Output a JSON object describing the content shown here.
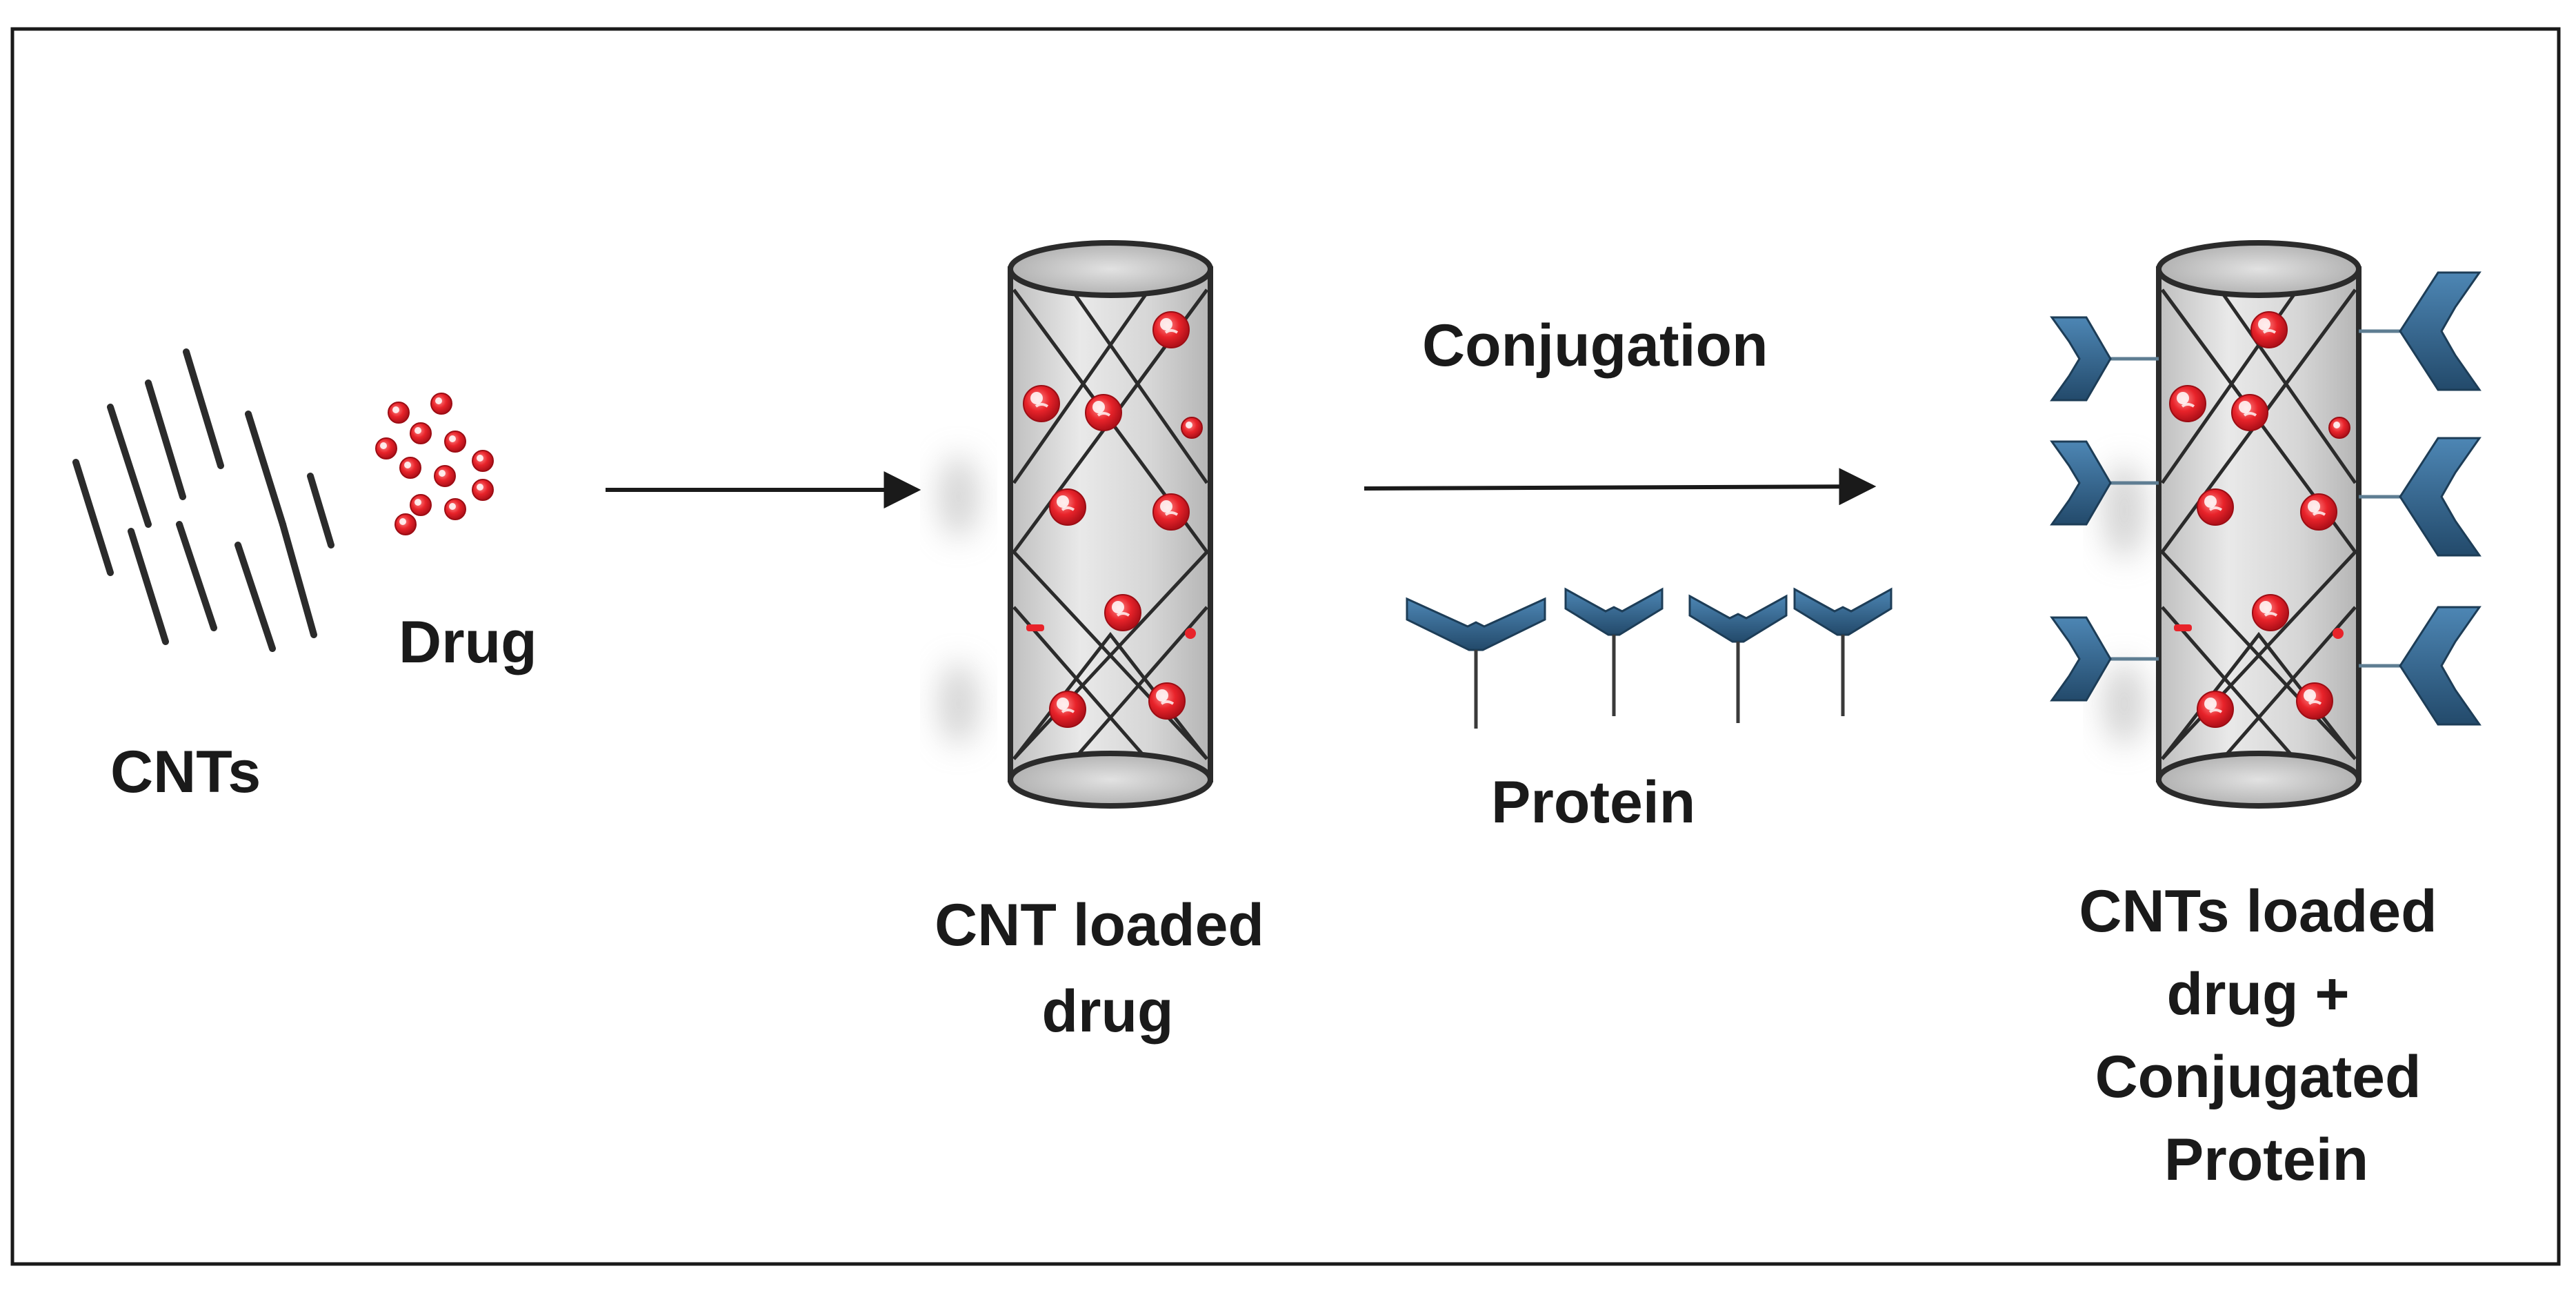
{
  "labels": {
    "cnts": "CNTs",
    "drug": "Drug",
    "conjugation": "Conjugation",
    "protein": "Protein",
    "cnt_loaded_drug": [
      "CNT loaded",
      "drug"
    ],
    "final_product": [
      "CNTs loaded",
      "drug +",
      "Conjugated",
      "Protein"
    ]
  },
  "colors": {
    "frame": "#1a1a1a",
    "drug_red": "#e8232a",
    "cnt_gray": "#d4d4d4",
    "protein_blue": "#2f5f86"
  },
  "icons": {
    "cnt_bundle": "cnt-lines-icon",
    "drug_particles": "drug-particles-icon",
    "cnt_tube": "cnt-tube-icon",
    "antibody": "antibody-y-icon"
  }
}
